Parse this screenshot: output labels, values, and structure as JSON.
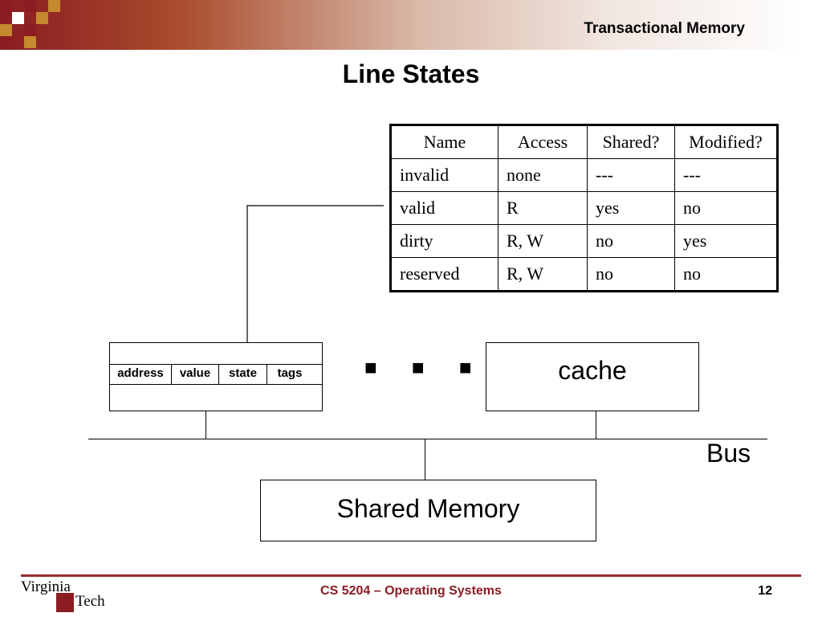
{
  "header": {
    "title": "Transactional Memory"
  },
  "slide": {
    "title": "Line States"
  },
  "table": {
    "columns": [
      "Name",
      "Access",
      "Shared?",
      "Modified?"
    ],
    "rows": [
      [
        "invalid",
        "none",
        " ---",
        "---"
      ],
      [
        "valid",
        "R",
        "yes",
        "no"
      ],
      [
        "dirty",
        "R, W",
        "no",
        "yes"
      ],
      [
        "reserved",
        "R, W",
        "no",
        "no"
      ]
    ]
  },
  "cache_line": {
    "fields": [
      "address",
      "value",
      "state",
      "tags"
    ]
  },
  "diagram": {
    "ellipsis": "■ ■ ■",
    "cache_label": "cache",
    "bus_label": "Bus",
    "memory_label": "Shared Memory"
  },
  "footer": {
    "course": "CS 5204 – Operating Systems",
    "page": "12",
    "logo_line1": "Virginia",
    "logo_line2": "Tech"
  },
  "colors": {
    "brand": "#8a1c22",
    "accent": "#a94b2c"
  }
}
